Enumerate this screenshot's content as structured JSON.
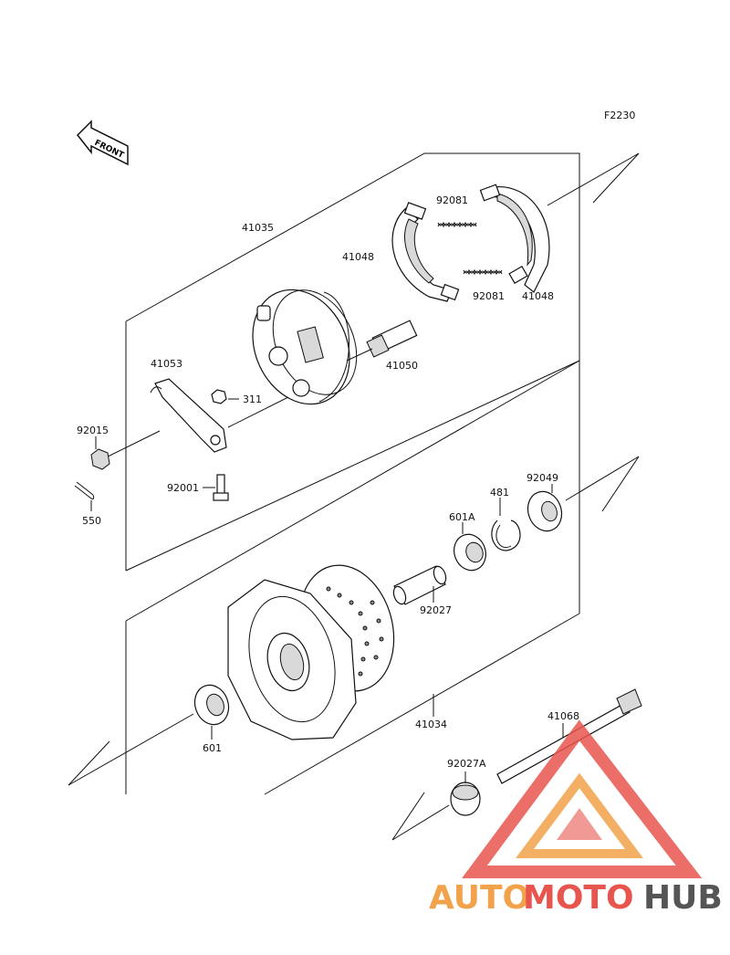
{
  "diagram_code": "F2230",
  "front_label": "FRONT",
  "parts": {
    "p41035": "41035",
    "p41048_top": "41048",
    "p41048_bottom": "41048",
    "p92081_top": "92081",
    "p92081_bottom": "92081",
    "p41050": "41050",
    "p41053": "41053",
    "p311": "311",
    "p92015": "92015",
    "p92001": "92001",
    "p550": "550",
    "p92049": "92049",
    "p481": "481",
    "p601A": "601A",
    "p92027": "92027",
    "p41034": "41034",
    "p601": "601",
    "p41068": "41068",
    "p92027A": "92027A"
  },
  "watermark": {
    "part1": "AUTO",
    "part2": "MOTO",
    "part3": "HUB",
    "color_primary": "#f2a24a",
    "color_secondary": "#e8554e",
    "color_dark": "#555555"
  }
}
